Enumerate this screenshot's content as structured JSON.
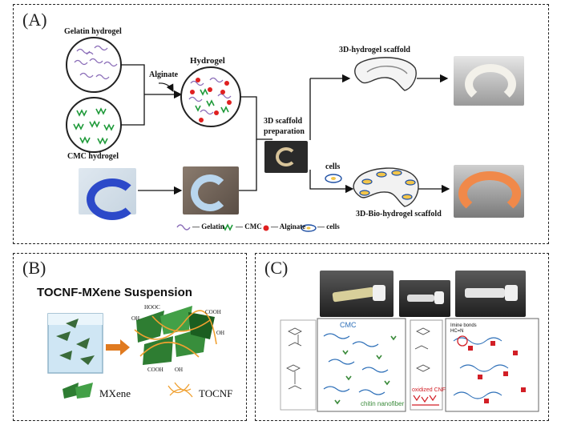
{
  "panelA": {
    "label": "(A)",
    "gelatin_hydrogel": "Gelatin hydrogel",
    "cmc_hydrogel": "CMC hydrogel",
    "alginate": "Alginate",
    "hydrogel": "Hydrogel",
    "scaffold_prep_1": "3D scaffold",
    "scaffold_prep_2": "preparation",
    "hydrogel_scaffold": "3D-hydrogel  scaffold",
    "cells": "cells",
    "bio_scaffold": "3D-Bio-hydrogel  scaffold",
    "legend": {
      "gelatin": "Gelatin",
      "cmc": "CMC",
      "alginate": "Alginate",
      "cells": "cells"
    }
  },
  "panelB": {
    "label": "(B)",
    "title_prefix": "TOCNF-",
    "title_suffix": "MXene Suspension",
    "mxene": "MXene",
    "tocnf": "TOCNF",
    "group_hooc": "HOOC",
    "group_cooh_1": "COOH",
    "group_cooh_2": "COOH",
    "group_oh_1": "OH",
    "group_oh_2": "OH",
    "group_oh_3": "OH"
  },
  "panelC": {
    "label": "(C)",
    "cmc": "CMC",
    "chitin": "chitin nanofiber",
    "ocnf": "oxidized CNF",
    "imine_1": "Imine bonds",
    "imine_2": "HC=N"
  }
}
